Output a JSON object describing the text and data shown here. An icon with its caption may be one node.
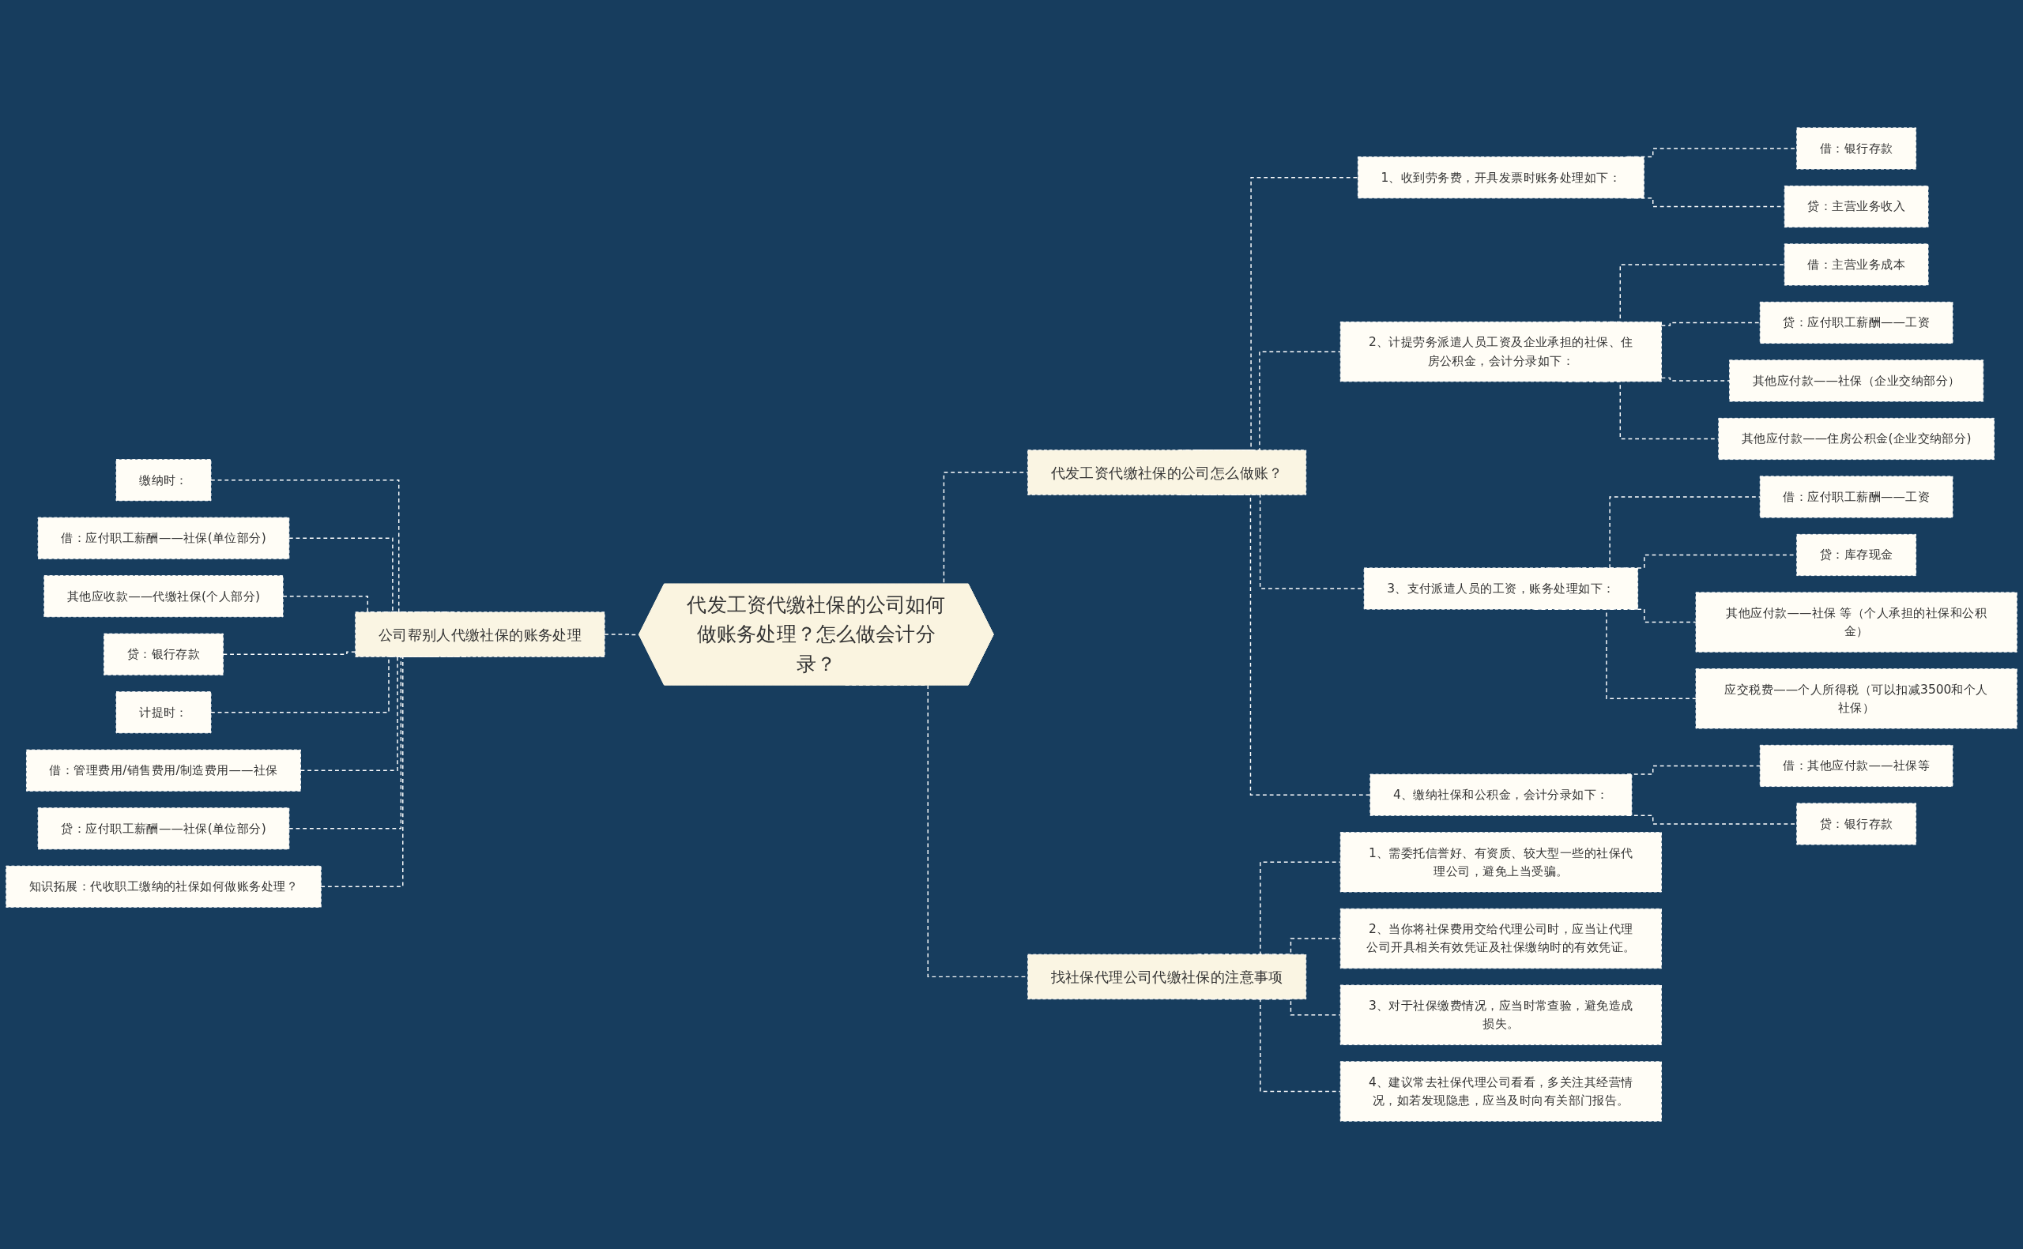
{
  "diagram": {
    "nodes": [
      {
        "text": [
          "代发工资代缴社保的公司如何做账务处理？怎么做会计分录？"
        ]
      },
      {
        "text": [
          "公司帮别人代缴社保的账务处理"
        ]
      },
      {
        "text": [
          "缴纳时："
        ]
      },
      {
        "text": [
          "借：应付职工薪酬——社保(单位部分)"
        ]
      },
      {
        "text": [
          "其他应收款——代缴社保(个人部分)"
        ]
      },
      {
        "text": [
          "贷：银行存款"
        ]
      },
      {
        "text": [
          "计提时："
        ]
      },
      {
        "text": [
          "借：管理费用/销售费用/制造费用——社保"
        ]
      },
      {
        "text": [
          "贷：应付职工薪酬——社保(单位部分)"
        ]
      },
      {
        "text": [
          "知识拓展：代收职工缴纳的社保如何做账务处理？"
        ]
      },
      {
        "text": [
          "代发工资代缴社保的公司怎么做账？"
        ]
      },
      {
        "text": [
          "1、收到劳务费，开具发票时账务处理如下："
        ]
      },
      {
        "text": [
          "借：银行存款"
        ]
      },
      {
        "text": [
          "贷：主营业务收入"
        ]
      },
      {
        "text": [
          "2、计提劳务派遣人员工资及企业承担的社保、住房公积金，会计分录如下："
        ]
      },
      {
        "text": [
          "借：主营业务成本"
        ]
      },
      {
        "text": [
          "贷：应付职工薪酬——工资"
        ]
      },
      {
        "text": [
          "其他应付款——社保（企业交纳部分）"
        ]
      },
      {
        "text": [
          "其他应付款——住房公积金(企业交纳部分)"
        ]
      },
      {
        "text": [
          "3、支付派遣人员的工资，账务处理如下："
        ]
      },
      {
        "text": [
          "借：应付职工薪酬——工资"
        ]
      },
      {
        "text": [
          "贷：库存现金"
        ]
      },
      {
        "text": [
          "其他应付款——社保 等（个人承担的社保和公积金）"
        ]
      },
      {
        "text": [
          "应交税费——个人所得税（可以扣减3500和个人社保）"
        ]
      },
      {
        "text": [
          "4、缴纳社保和公积金，会计分录如下："
        ]
      },
      {
        "text": [
          "借：其他应付款——社保等"
        ]
      },
      {
        "text": [
          "贷：银行存款"
        ]
      },
      {
        "text": [
          "找社保代理公司代缴社保的注意事项"
        ]
      },
      {
        "text": [
          "1、需委托信誉好、有资质、较大型一些的社保代理公司，避免上当受骗。"
        ]
      },
      {
        "text": [
          "2、当你将社保费用交给代理公司时，应当让代理公司开具相关有效凭证及社保缴纳时的有效凭证。"
        ]
      },
      {
        "text": [
          "3、对于社保缴费情况，应当时常查验，避免造成损失。"
        ]
      },
      {
        "text": [
          "4、建议常去社保代理公司看看，多关注其经营情况，如若发现隐患，应当及时向有关部门报告。"
        ]
      }
    ],
    "edges": [
      {
        "from": 0,
        "to": 1,
        "arrow": "none",
        "style": "dashed"
      },
      {
        "from": 1,
        "to": 2,
        "arrow": "none",
        "style": "dashed"
      },
      {
        "from": 1,
        "to": 3,
        "arrow": "none",
        "style": "dashed"
      },
      {
        "from": 1,
        "to": 4,
        "arrow": "none",
        "style": "dashed"
      },
      {
        "from": 1,
        "to": 5,
        "arrow": "none",
        "style": "dashed"
      },
      {
        "from": 1,
        "to": 6,
        "arrow": "none",
        "style": "dashed"
      },
      {
        "from": 1,
        "to": 7,
        "arrow": "none",
        "style": "dashed"
      },
      {
        "from": 1,
        "to": 8,
        "arrow": "none",
        "style": "dashed"
      },
      {
        "from": 1,
        "to": 9,
        "arrow": "none",
        "style": "dashed"
      },
      {
        "from": 0,
        "to": 10,
        "arrow": "none",
        "style": "dashed"
      },
      {
        "from": 10,
        "to": 11,
        "arrow": "none",
        "style": "dashed"
      },
      {
        "from": 11,
        "to": 12,
        "arrow": "none",
        "style": "dashed"
      },
      {
        "from": 11,
        "to": 13,
        "arrow": "none",
        "style": "dashed"
      },
      {
        "from": 10,
        "to": 14,
        "arrow": "none",
        "style": "dashed"
      },
      {
        "from": 14,
        "to": 15,
        "arrow": "none",
        "style": "dashed"
      },
      {
        "from": 14,
        "to": 16,
        "arrow": "none",
        "style": "dashed"
      },
      {
        "from": 14,
        "to": 17,
        "arrow": "none",
        "style": "dashed"
      },
      {
        "from": 14,
        "to": 18,
        "arrow": "none",
        "style": "dashed"
      },
      {
        "from": 10,
        "to": 19,
        "arrow": "none",
        "style": "dashed"
      },
      {
        "from": 19,
        "to": 20,
        "arrow": "none",
        "style": "dashed"
      },
      {
        "from": 19,
        "to": 21,
        "arrow": "none",
        "style": "dashed"
      },
      {
        "from": 19,
        "to": 22,
        "arrow": "none",
        "style": "dashed"
      },
      {
        "from": 19,
        "to": 23,
        "arrow": "none",
        "style": "dashed"
      },
      {
        "from": 10,
        "to": 24,
        "arrow": "none",
        "style": "dashed"
      },
      {
        "from": 24,
        "to": 25,
        "arrow": "none",
        "style": "dashed"
      },
      {
        "from": 24,
        "to": 26,
        "arrow": "none",
        "style": "dashed"
      },
      {
        "from": 0,
        "to": 27,
        "arrow": "none",
        "style": "dashed"
      },
      {
        "from": 27,
        "to": 28,
        "arrow": "none",
        "style": "dashed"
      },
      {
        "from": 27,
        "to": 29,
        "arrow": "none",
        "style": "dashed"
      },
      {
        "from": 27,
        "to": 30,
        "arrow": "none",
        "style": "dashed"
      },
      {
        "from": 27,
        "to": 31,
        "arrow": "none",
        "style": "dashed"
      }
    ]
  }
}
